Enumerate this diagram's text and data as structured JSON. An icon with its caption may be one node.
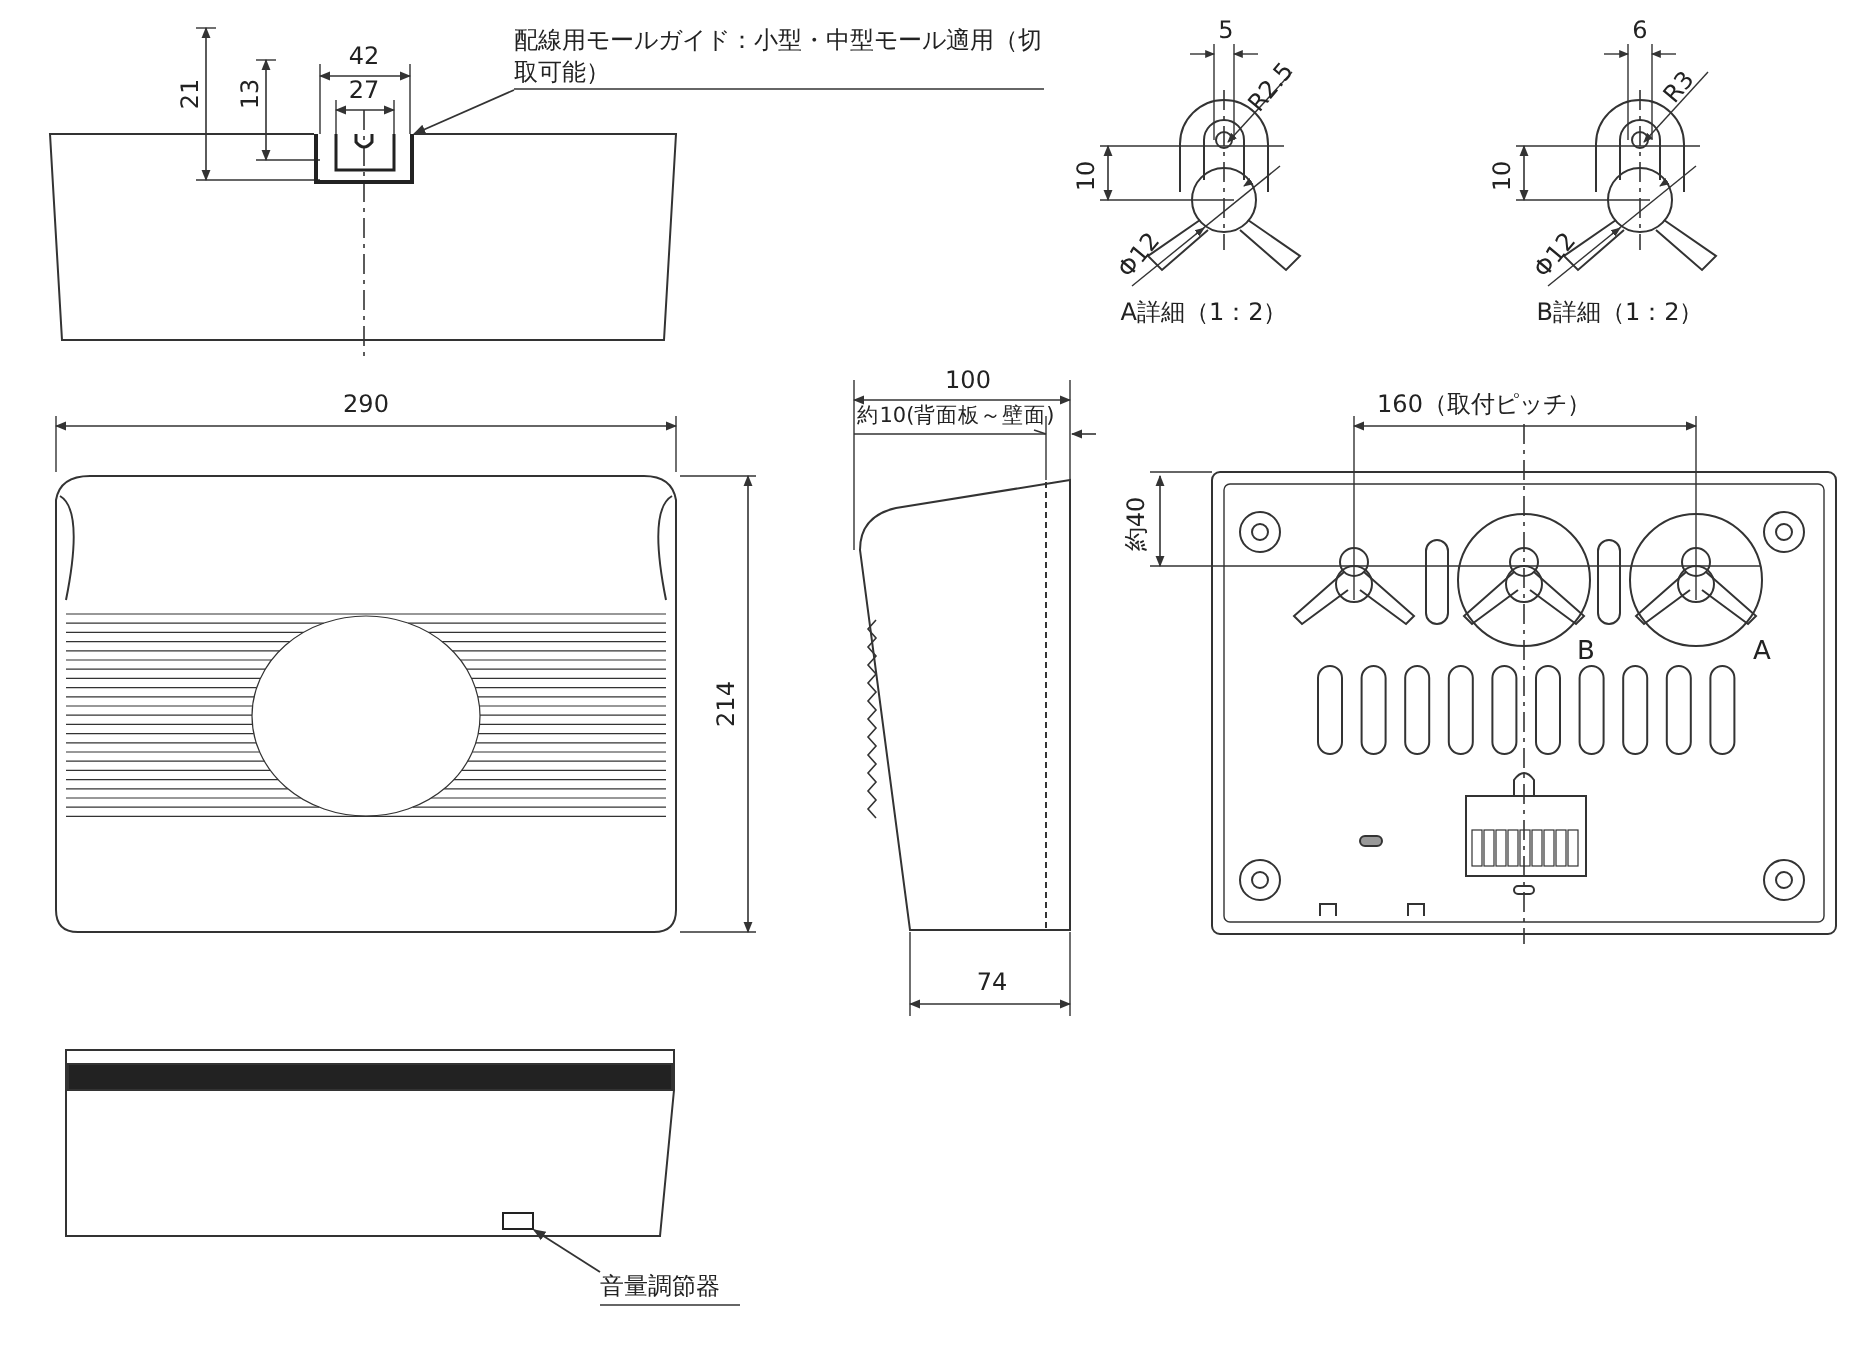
{
  "diagram": {
    "nodes": [
      {
        "text": [
          "配線用モールガイド：小型・中型モール適用（切取可能）"
        ]
      },
      {
        "text": [],
        "shape": "box"
      },
      {
        "text": [
          "音量調節器"
        ]
      },
      {
        "text": [],
        "shape": "box"
      }
    ],
    "edges": [
      {
        "from": 0,
        "to": 1,
        "arrow": "to"
      },
      {
        "from": 2,
        "to": 3,
        "arrow": "to"
      }
    ],
    "labels": [
      "21",
      "13",
      "42",
      "27",
      "5",
      "R2.5",
      "10",
      "Φ12",
      "A詳細（1：2）",
      "6",
      "R3",
      "10",
      "Φ12",
      "B詳細（1：2）",
      "290",
      "100",
      "約10(背面板～壁面)",
      "160（取付ピッチ）",
      "約40",
      "B",
      "A",
      "214",
      "74"
    ]
  }
}
